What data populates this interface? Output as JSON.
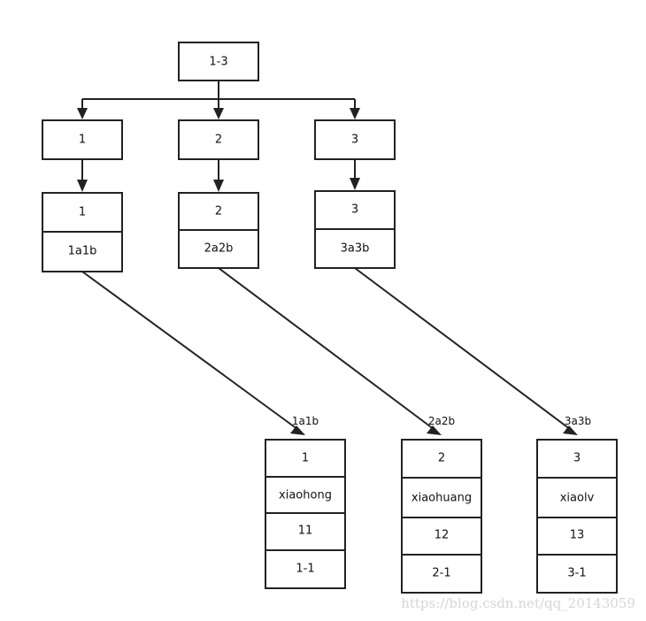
{
  "root": {
    "label": "1-3"
  },
  "intermediate": [
    {
      "id": "n1",
      "label": "1"
    },
    {
      "id": "n2",
      "label": "2"
    },
    {
      "id": "n3",
      "label": "3"
    }
  ],
  "index_pages": [
    {
      "id": "i1",
      "rows": [
        "1",
        "1a1b"
      ]
    },
    {
      "id": "i2",
      "rows": [
        "2",
        "2a2b"
      ]
    },
    {
      "id": "i3",
      "rows": [
        "3",
        "3a3b"
      ]
    }
  ],
  "data_pages": [
    {
      "id": "d1",
      "label": "1a1b",
      "rows": [
        "1",
        "xiaohong",
        "11",
        "1-1"
      ]
    },
    {
      "id": "d2",
      "label": "2a2b",
      "rows": [
        "2",
        "xiaohuang",
        "12",
        "2-1"
      ]
    },
    {
      "id": "d3",
      "label": "3a3b",
      "rows": [
        "3",
        "xiaolv",
        "13",
        "3-1"
      ]
    }
  ],
  "watermark": "https://blog.csdn.net/qq_20143059",
  "colors": {
    "stroke": "#222222",
    "text": "#111111",
    "watermark": "#d6d6d6",
    "background": "#ffffff"
  }
}
